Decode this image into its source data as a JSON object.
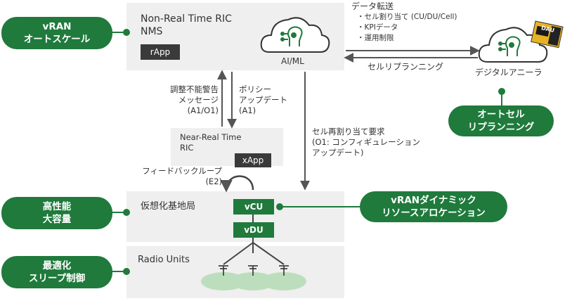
{
  "colors": {
    "green": "#1f7a3c",
    "panel": "#efefef",
    "dark": "#3a3a3a",
    "arrow": "#555555",
    "ellipse": "#b5dcb5"
  },
  "left_pills": {
    "vran_autoscale": [
      "vRAN",
      "オートスケール"
    ],
    "capacity": [
      "高性能",
      "大容量"
    ],
    "sleep": [
      "最適化",
      "スリープ制御"
    ]
  },
  "nms": {
    "title_line1": "Non-Real Time RIC",
    "title_line2": "NMS",
    "rapp": "rApp",
    "cloud_label": "AI/ML",
    "cloud_icon": "brain-circuit-icon"
  },
  "near_rt": {
    "title_line1": "Near-Real Time",
    "title_line2": "RIC",
    "xapp": "xApp"
  },
  "vran": {
    "label": "仮想化基地局",
    "vcu": "vCU",
    "vdu": "vDU"
  },
  "radio": {
    "label": "Radio Units",
    "antenna_icon": "antenna-icon"
  },
  "annotations": {
    "alarm": [
      "調整不能警告",
      "メッセージ",
      "(A1/O1)"
    ],
    "policy": [
      "ポリシー",
      "アップデート",
      "(A1)"
    ],
    "feedback": [
      "フィードバックループ",
      "(E2)"
    ],
    "realloc": [
      "セル再割り当て要求",
      "(O1: コンフィギュレーション",
      "アップデート)"
    ]
  },
  "data_transfer": {
    "title": "データ転送",
    "items": [
      "・セル割り当て (CU/DU/Cell)",
      "・KPIデータ",
      "・運用制限"
    ]
  },
  "replanning_arrow_label": "セルリプランニング",
  "digital_annealer": {
    "label": "デジタルアニーラ",
    "chip_label": "DAU",
    "icon": "brain-circuit-icon"
  },
  "right_pills": {
    "auto_cell": [
      "オートセル",
      "リプランニング"
    ],
    "dynamic": [
      "vRANダイナミック",
      "リソースアロケーション"
    ]
  }
}
